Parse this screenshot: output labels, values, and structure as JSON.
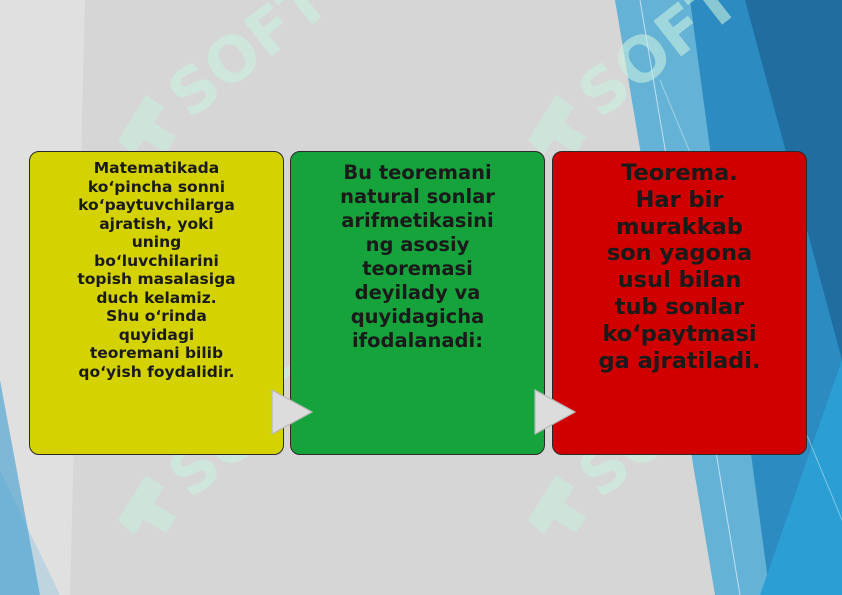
{
  "colors": {
    "background": "#d6d6d6",
    "box_yellow": "#d4d200",
    "box_green": "#16a33c",
    "box_red": "#d10000",
    "accent_blue": "#3ea6d6",
    "dark_blue": "#1f6e9f",
    "watermark": "#c9f1df"
  },
  "watermark_text": "SOFT",
  "boxes": [
    {
      "text": "Matematikada\nko‘pincha sonni\nko‘paytuvchilarga\najratish, yoki\nuning\nbo‘luvchilarini\ntopish masalasiga\nduch kelamiz.\nShu o‘rinda\nquyidagi\nteoremani bilib\nqo‘yish foydalidir."
    },
    {
      "text": "Bu teoremani\nnatural sonlar\narifmetikasini\nng asosiy\nteoremasi\ndeyilady va\nquyidagicha\nifodalanadi:"
    },
    {
      "text": "Teorema.\nHar bir\nmurakkab\nson yagona\nusul bilan\ntub sonlar\nko‘paytmasi\nga ajratiladi."
    }
  ]
}
